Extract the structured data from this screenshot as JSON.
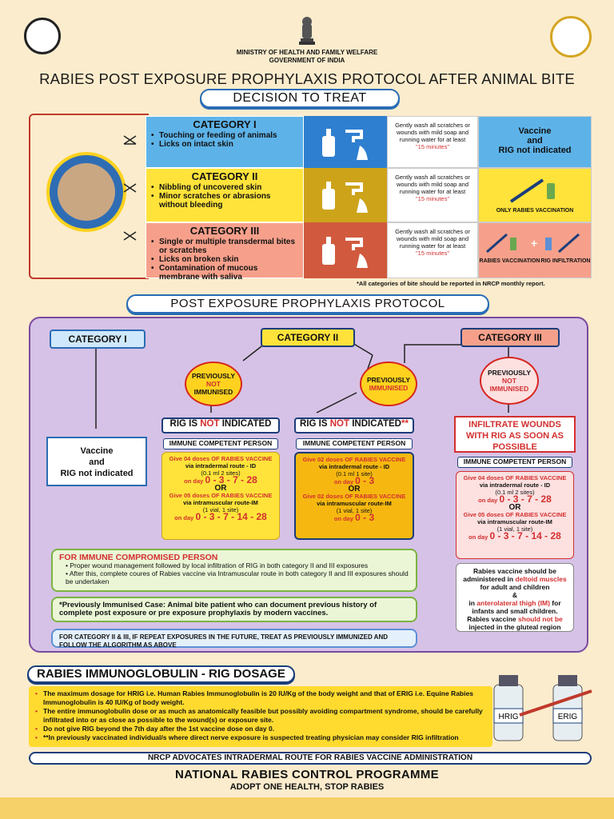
{
  "header": {
    "ministry_line1": "MINISTRY OF HEALTH AND FAMILY WELFARE",
    "ministry_line2": "GOVERNMENT OF INDIA",
    "title": "RABIES POST EXPOSURE PROPHYLAXIS PROTOCOL AFTER ANIMAL BITE",
    "decision_title": "DECISION TO TREAT"
  },
  "decision": {
    "categories": [
      {
        "title": "CATEGORY I",
        "items": [
          "Touching or feeding of animals",
          "Licks on intact skin"
        ],
        "color": "#5db3e8",
        "result_line1": "Vaccine",
        "result_line2": "and",
        "result_line3": "RIG not indicated"
      },
      {
        "title": "CATEGORY II",
        "items": [
          "Nibbling of uncovered skin",
          "Minor scratches or abrasions without bleeding"
        ],
        "color": "#ffe33a",
        "result": "ONLY RABIES VACCINATION"
      },
      {
        "title": "CATEGORY III",
        "items": [
          "Single or multiple transdermal bites or scratches",
          "Licks on broken skin",
          "Contamination of mucous membrane with saliva"
        ],
        "color": "#f6a08b",
        "result_a": "RABIES VACCINATION",
        "result_b": "RIG INFILTRATION"
      }
    ],
    "wash_text": "Gently wash all scratches or wounds with mild soap and running water for at least",
    "wash_time": "\"15 minutes\"",
    "note": "*All categories of bite should be reported in NRCP monthly report."
  },
  "protocol": {
    "title": "POST EXPOSURE PROPHYLAXIS PROTOCOL",
    "cat1": "CATEGORY I",
    "cat2": "CATEGORY II",
    "cat3": "CATEGORY III",
    "cat1_result1": "Vaccine",
    "cat1_result2": "and",
    "cat1_result3": "RIG not indicated",
    "prev_not_a": "PREVIOUSLY",
    "prev_not_b": "NOT",
    "prev_not_c": "IMMUNISED",
    "prev_imm_a": "PREVIOUSLY",
    "prev_imm_b": "IMMUNISED",
    "rig_label": "RIG IS",
    "rig_not": "NOT",
    "rig_indicated": "INDICATED",
    "infiltrate": "INFILTRATE WOUNDS WITH RIG AS SOON AS POSSIBLE",
    "immune_competent": "IMMUNE COMPETENT PERSON",
    "dose_give4": "Give 04 doses OF RABIES VACCINE",
    "dose_id": "via intradermal route - ID",
    "dose_id_qty": "(0.1 ml 2 sites)",
    "on_day": "on day",
    "days_a": "0 - 3 - 7 - 28",
    "or": "OR",
    "dose_give5": "Give 05 doses OF RABIES VACCINE",
    "dose_im": "via intramuscular route-IM",
    "dose_im_qty": "(1 vial, 1 site)",
    "days_b": "0 - 3 - 7 - 14 - 28",
    "dose_give2": "Give 02 doses OF RABIES VACCINE",
    "dose_id_qty2": "(0.1 ml 1 site)",
    "days_c": "0 - 3",
    "compromised_title": "FOR IMMUNE COMPROMISED PERSON",
    "compromised_1": "Proper wound management followed by local infiltration of RIG in both category II and III exposures",
    "compromised_2": "After this, complete coures of Rabies vaccine via Intramuscular route in both category II and III exposures should be undertaken",
    "prev_case": "*Previously Immunised Case: Animal bite patient who can document previous history of complete post exposure or pre exposure prophylaxis by modern vaccines.",
    "repeat": "FOR CATEGORY II & III, IF REPEAT EXPOSURES IN THE FUTURE, TREAT AS PREVIOUSLY IMMUNIZED AND FOLLOW THE ALGORITHM AS ABOVE",
    "site_1": "Rabies vaccine should be administered in",
    "site_2": "deltoid muscles",
    "site_3": "for adult and children",
    "site_4": "&",
    "site_5": "in",
    "site_6": "anterolateral thigh (IM)",
    "site_7": "for infants and small children.",
    "site_8": "Rabies vaccine",
    "site_9": "should not be",
    "site_10": "injected in the gluteal region"
  },
  "rig_dosage": {
    "title": "RABIES IMMUNOGLOBULIN - RIG DOSAGE",
    "items": [
      "The maximum dosage for HRIG i.e. Human Rabies Immunoglobulin is 20 IU/Kg of the body weight and that of ERIG i.e. Equine Rabies Immunoglobulin is 40 IU/Kg of body weight.",
      "The entire immunoglobulin dose or as much as anatomically feasible but possibly avoiding compartment syndrome, should be carefully infiltrated into or as close as possible to the wound(s) or exposure site.",
      "Do not give RIG beyond the 7th day after the 1st vaccine dose on day 0.",
      "**In previously vaccinated individual/s where direct nerve exposure is suspected treating physician may consider RIG infiltration"
    ],
    "hrig": "HRIG",
    "erig": "ERIG",
    "advocate": "NRCP ADVOCATES INTRADERMAL ROUTE FOR RABIES VACCINE ADMINISTRATION"
  },
  "footer": {
    "program": "NATIONAL RABIES CONTROL PROGRAMME",
    "tagline": "ADOPT ONE HEALTH, STOP RABIES"
  }
}
